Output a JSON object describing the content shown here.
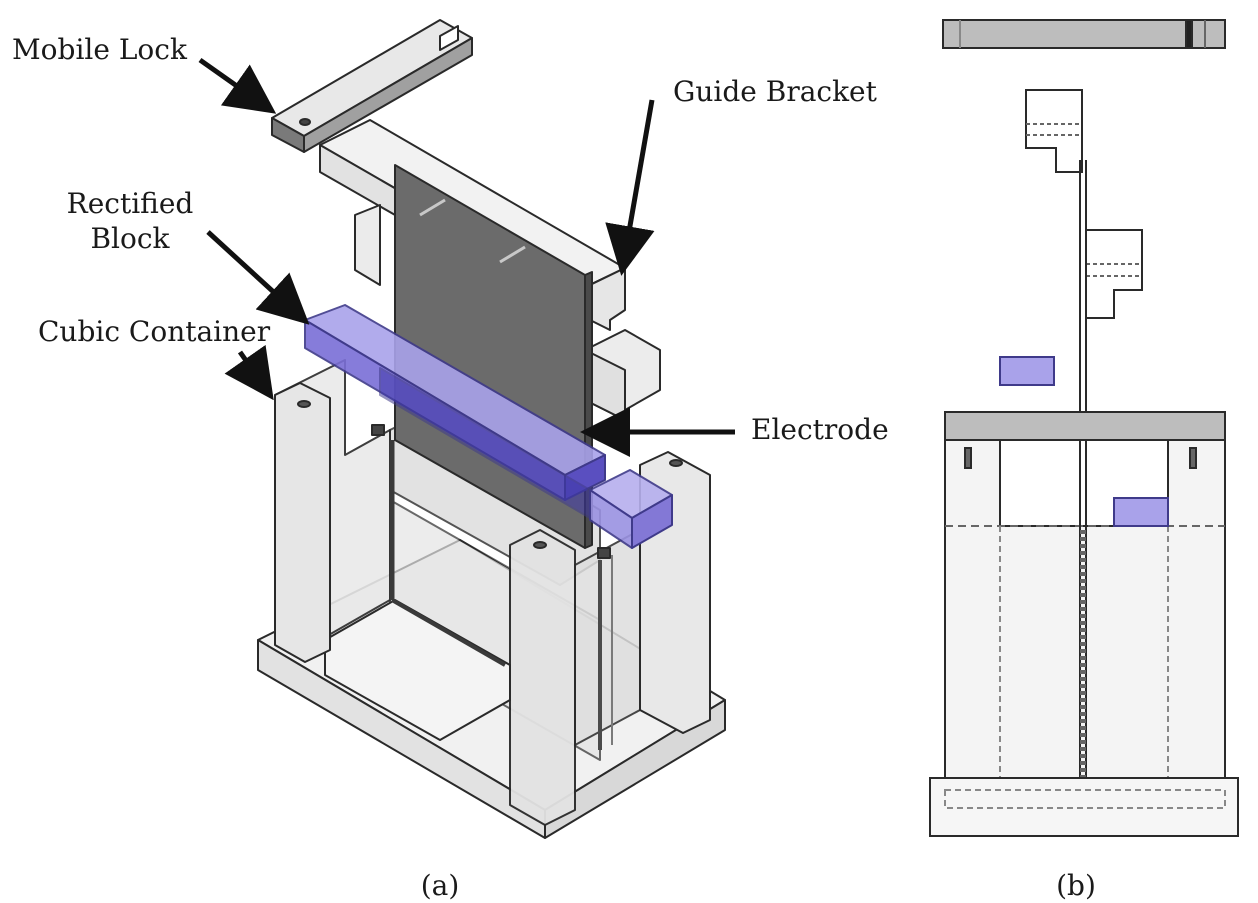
{
  "figure": {
    "labels": {
      "mobile_lock": "Mobile Lock",
      "guide_bracket": "Guide Bracket",
      "rectified_block_line1": "Rectified",
      "rectified_block_line2": "Block",
      "cubic_container": "Cubic Container",
      "electrode": "Electrode"
    },
    "panel_a_caption": "(a)",
    "panel_b_caption": "(b)"
  },
  "colors": {
    "outline": "#2a2a2a",
    "part_light": "#ececec",
    "part_shade": "#d6d6d6",
    "electrode": "#6b6b6b",
    "lock_dark": "#7a7a7a",
    "rectified_block": "#9b92e0",
    "rectified_block_dark": "#5a4fc0",
    "arrow": "#111111"
  }
}
